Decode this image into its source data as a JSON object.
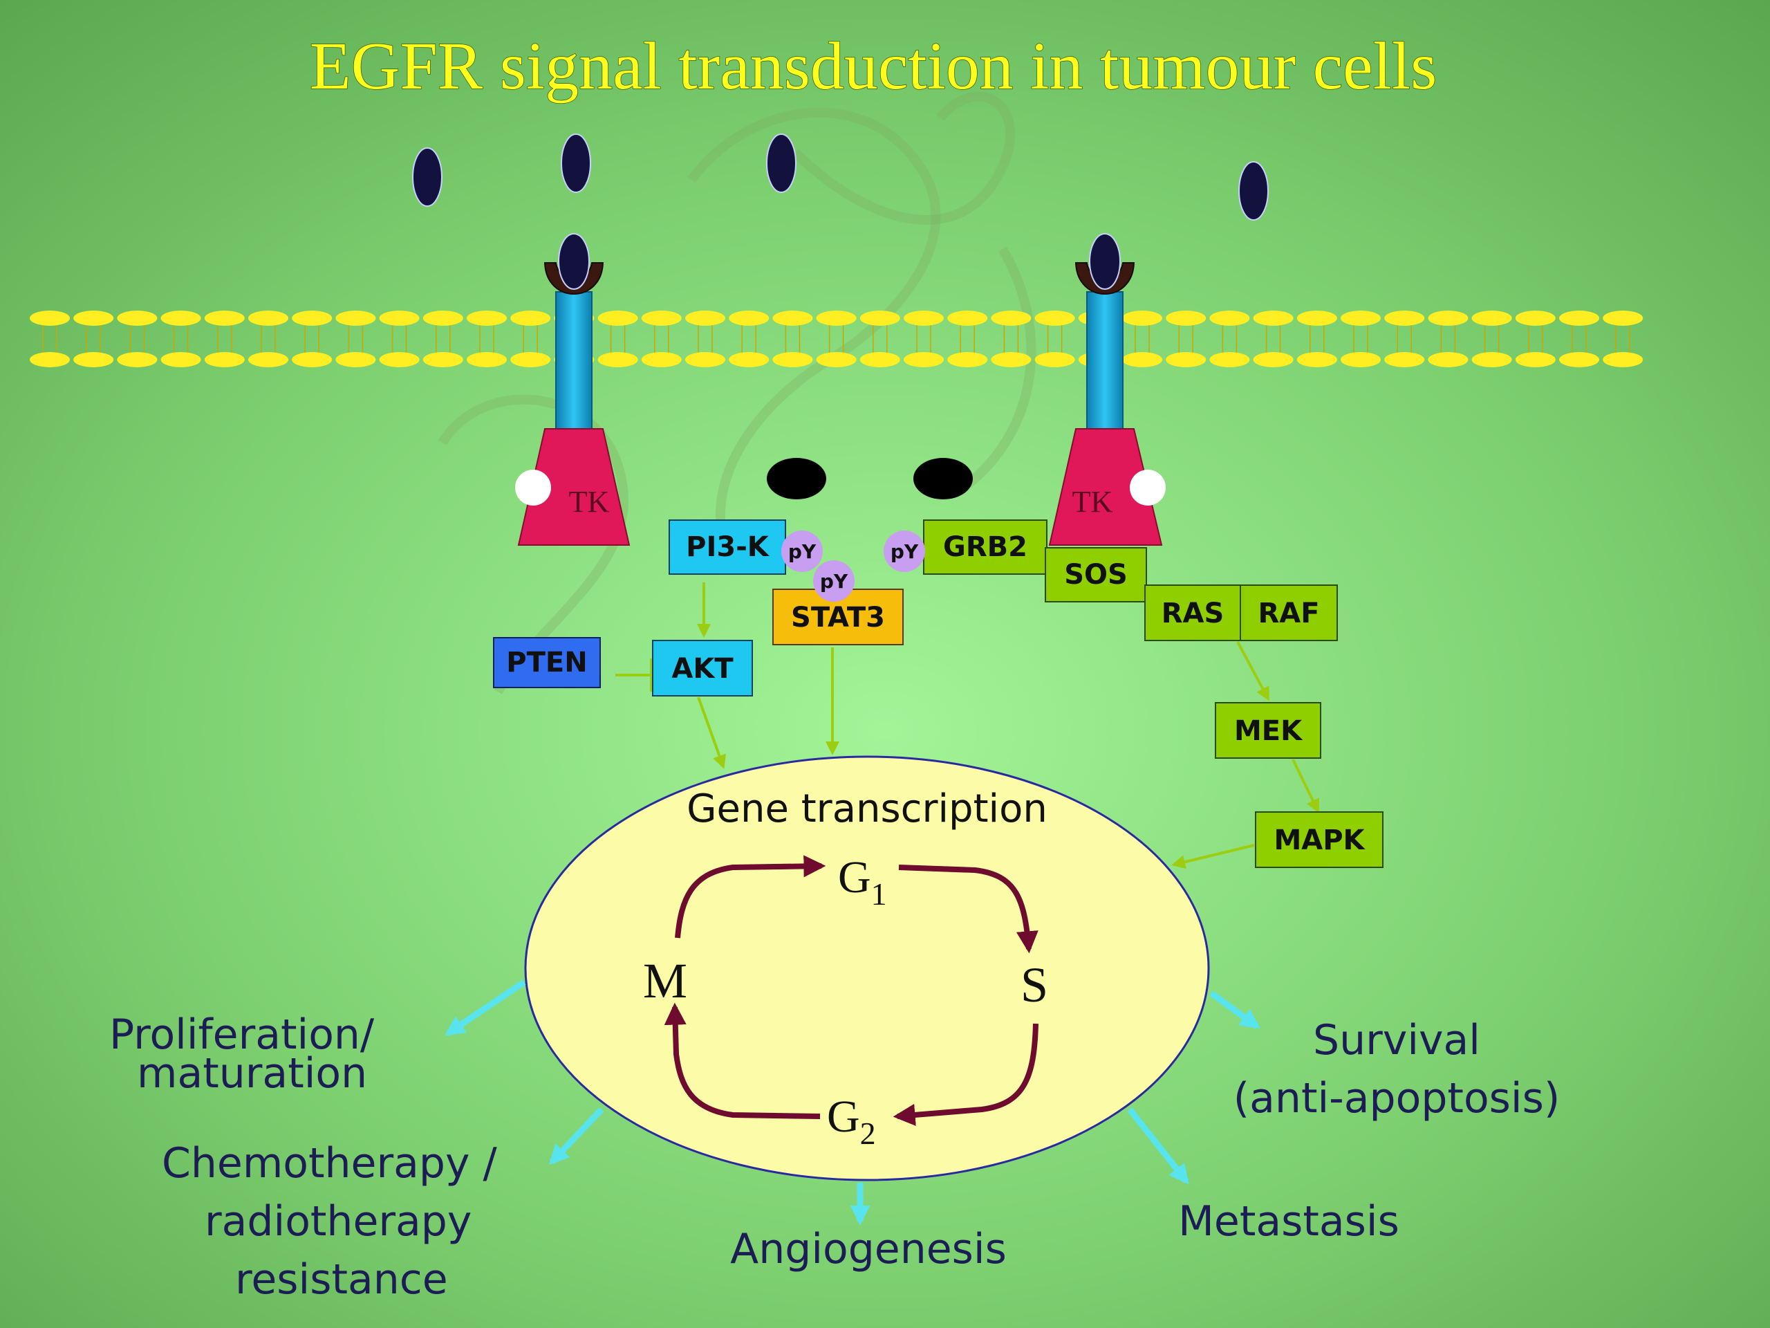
{
  "title": "EGFR signal transduction in tumour cells",
  "receptors": [
    {
      "label": "TK"
    },
    {
      "label": "TK"
    }
  ],
  "phospho_label": "pY",
  "proteins": {
    "pi3k": "PI3-K",
    "grb2": "GRB2",
    "stat3": "STAT3",
    "sos": "SOS",
    "ras": "RAS",
    "raf": "RAF",
    "pten": "PTEN",
    "akt": "AKT",
    "mek": "MEK",
    "mapk": "MAPK"
  },
  "nucleus": {
    "label": "Gene transcription",
    "phases": {
      "g1": "G",
      "g1_sub": "1",
      "s": "S",
      "g2": "G",
      "g2_sub": "2",
      "m": "M"
    }
  },
  "outcomes": {
    "proliferation_line1": "Proliferation/",
    "proliferation_line2": "maturation",
    "chemo_line1": "Chemotherapy /",
    "chemo_line2": "radiotherapy",
    "chemo_line3": "resistance",
    "angiogenesis": "Angiogenesis",
    "metastasis": "Metastasis",
    "survival_line1": "Survival",
    "survival_line2": "(anti-apoptosis)"
  },
  "colors": {
    "background_center": "#9ef093",
    "background_edge": "#5fac52",
    "title": "#ffff1e",
    "membrane": "#ffee22",
    "receptor_stem": "#1aa8d8",
    "tk": "#e0185a",
    "pi3k": "#1ec8f0",
    "akt": "#1ec8f0",
    "pten": "#2f6cf0",
    "stat3": "#f6be0a",
    "grb2_pathway": "#8fcf00",
    "phospho": "#c89ff0",
    "nucleus": "#fcfca8",
    "nucleus_border": "#2a2aa0",
    "cycle_arrow": "#6e0b2f",
    "outcome_arrow": "#58e4ee",
    "outcome_text": "#1d1d55",
    "ligand": "#13123f"
  }
}
